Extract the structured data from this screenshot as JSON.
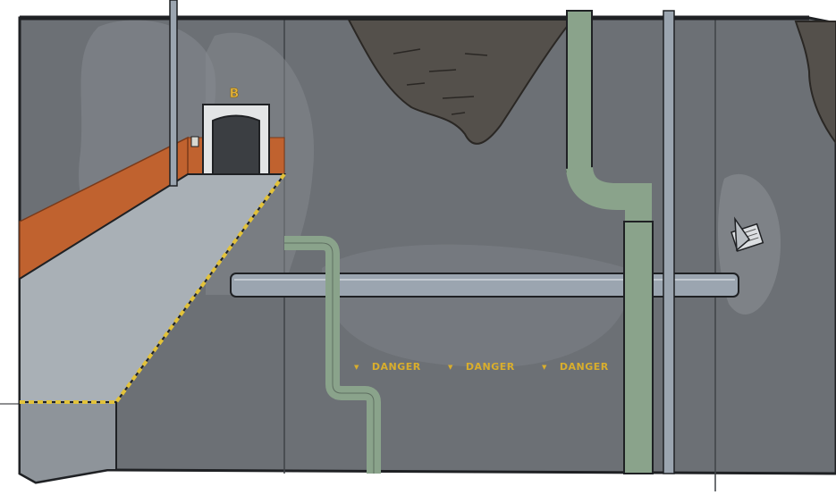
{
  "scene": {
    "door_sign": "B",
    "warning_labels": [
      {
        "arrow": "▼",
        "text": "DANGER"
      },
      {
        "arrow": "▼",
        "text": "DANGER"
      },
      {
        "arrow": "▼",
        "text": "DANGER"
      }
    ],
    "colors": {
      "wall": "#6d7176",
      "wall_dark": "#5f6368",
      "wall_highlight": "#868a8f",
      "floor": "#a9b0b6",
      "orange_wainscot": "#c0622f",
      "hazard_yellow": "#e2c23a",
      "green_pipe": "#8aa38b",
      "grey_pipe": "#9ba5b0",
      "text_yellow": "#d9ae2c"
    }
  }
}
